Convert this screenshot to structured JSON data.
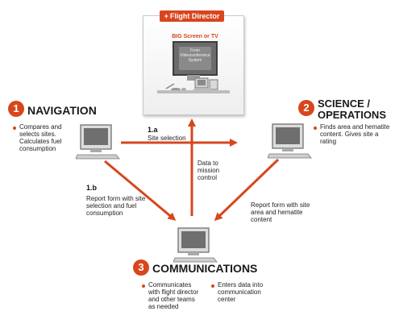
{
  "flight_director": {
    "tab": "Flight Director",
    "big_screen": "BIG Screen or TV",
    "screen_text": "From Videoconference System"
  },
  "navigation": {
    "number": "1",
    "title": "NAVIGATION",
    "bullet": "Compares and selects sites. Calculates fuel consumption"
  },
  "science": {
    "number": "2",
    "title_line1": "SCIENCE /",
    "title_line2": "OPERATIONS",
    "bullet": "Finds area and hematite content. Gives site a rating"
  },
  "communications": {
    "number": "3",
    "title": "COMMUNICATIONS",
    "bullet1": "Communicates with flight director and other teams as needed",
    "bullet2": "Enters data into communication center"
  },
  "labels": {
    "step_1a": "1.a",
    "site_selection": "Site selection",
    "step_1b": "1.b",
    "report_nav": "Report form with site selection and fuel consumption",
    "data_to_mission": "Data to mission control",
    "report_sci": "Report form with site area and hematite content"
  },
  "colors": {
    "accent": "#d7461d"
  }
}
